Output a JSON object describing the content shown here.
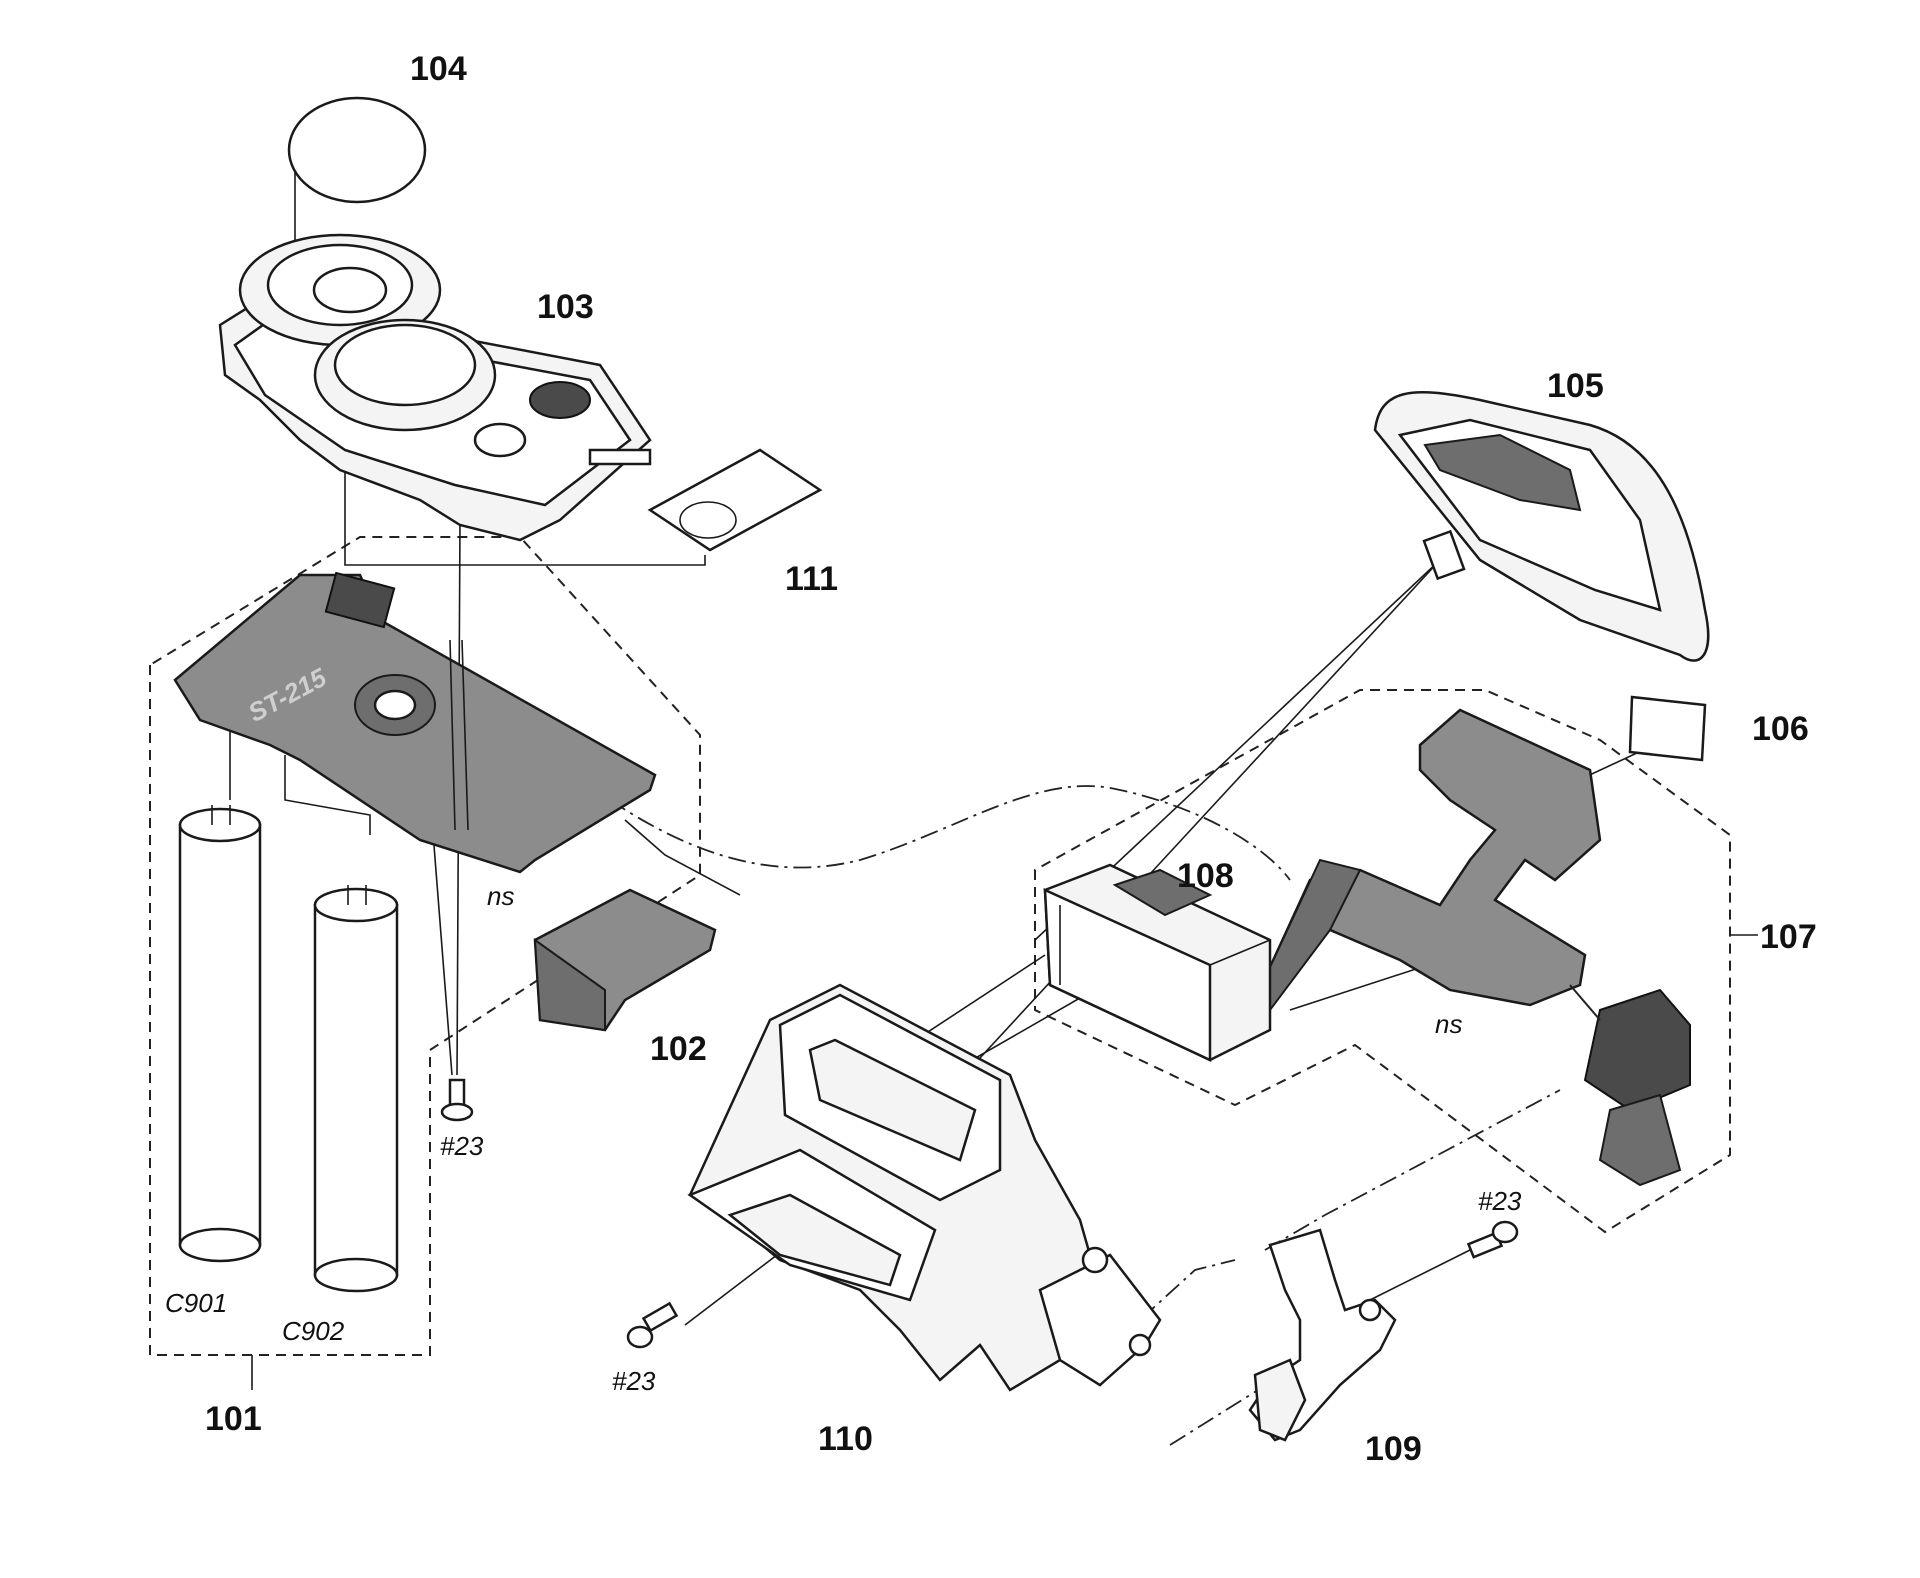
{
  "callouts": {
    "c101": "101",
    "c102": "102",
    "c103": "103",
    "c104": "104",
    "c105": "105",
    "c106": "106",
    "c107": "107",
    "c108": "108",
    "c109": "109",
    "c110": "110",
    "c111": "111"
  },
  "screws": {
    "s1": "#23",
    "s2": "#23",
    "s3": "#23"
  },
  "capacitors": {
    "c901": "C901",
    "c902": "C902"
  },
  "notes": {
    "ns1": "ns",
    "ns2": "ns"
  },
  "board_marking": "ST-215"
}
